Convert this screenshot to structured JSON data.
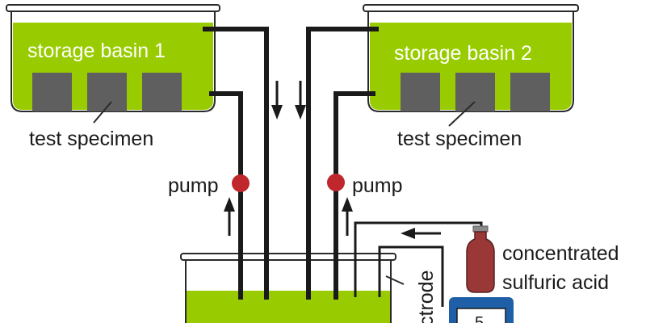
{
  "basins": {
    "left_title": "storage basin 1",
    "right_title": "storage basin 2"
  },
  "labels": {
    "specimen_left": "test specimen",
    "specimen_right": "test specimen",
    "pump_left": "pump",
    "pump_right": "pump",
    "acid_line1": "concentrated",
    "acid_line2": "sulfuric acid",
    "electrode_partial": "ctrode",
    "meter_partial": "5"
  },
  "colors": {
    "solution": "#99cc00",
    "specimen": "#5f5f5f",
    "pump": "#c0272d",
    "acid_bottle": "#9a3838",
    "meter_body": "#1f5fa8",
    "pipe": "#1a1a1a"
  }
}
